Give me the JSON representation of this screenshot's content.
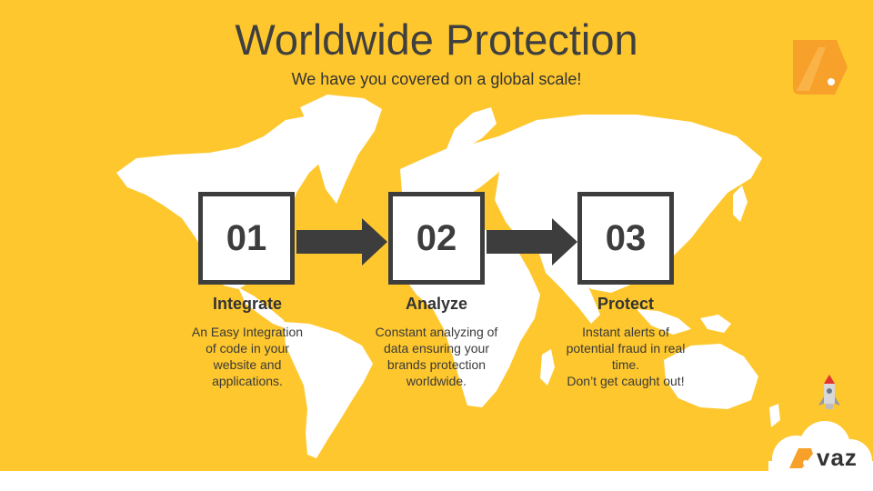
{
  "title": "Worldwide Protection",
  "subtitle": "We have you covered on a global scale!",
  "steps": [
    {
      "number": "01",
      "title": "Integrate",
      "description": "An Easy Integration\nof code in your\nwebsite and\napplications."
    },
    {
      "number": "02",
      "title": "Analyze",
      "description": "Constant analyzing of\ndata ensuring your\nbrands protection\nworldwide."
    },
    {
      "number": "03",
      "title": "Protect",
      "description": "Instant alerts of\npotential fraud in real\ntime.\nDon’t get caught out!"
    }
  ],
  "brand": {
    "name": "vaz"
  },
  "colors": {
    "background": "#fec72d",
    "dark": "#3d3d3d",
    "accent": "#f7a12b",
    "map": "#ffffff"
  },
  "icons": {
    "logo": "avaz-logo-icon",
    "rocket": "rocket-icon",
    "cloud": "cloud-icon",
    "map": "world-map-graphic"
  }
}
